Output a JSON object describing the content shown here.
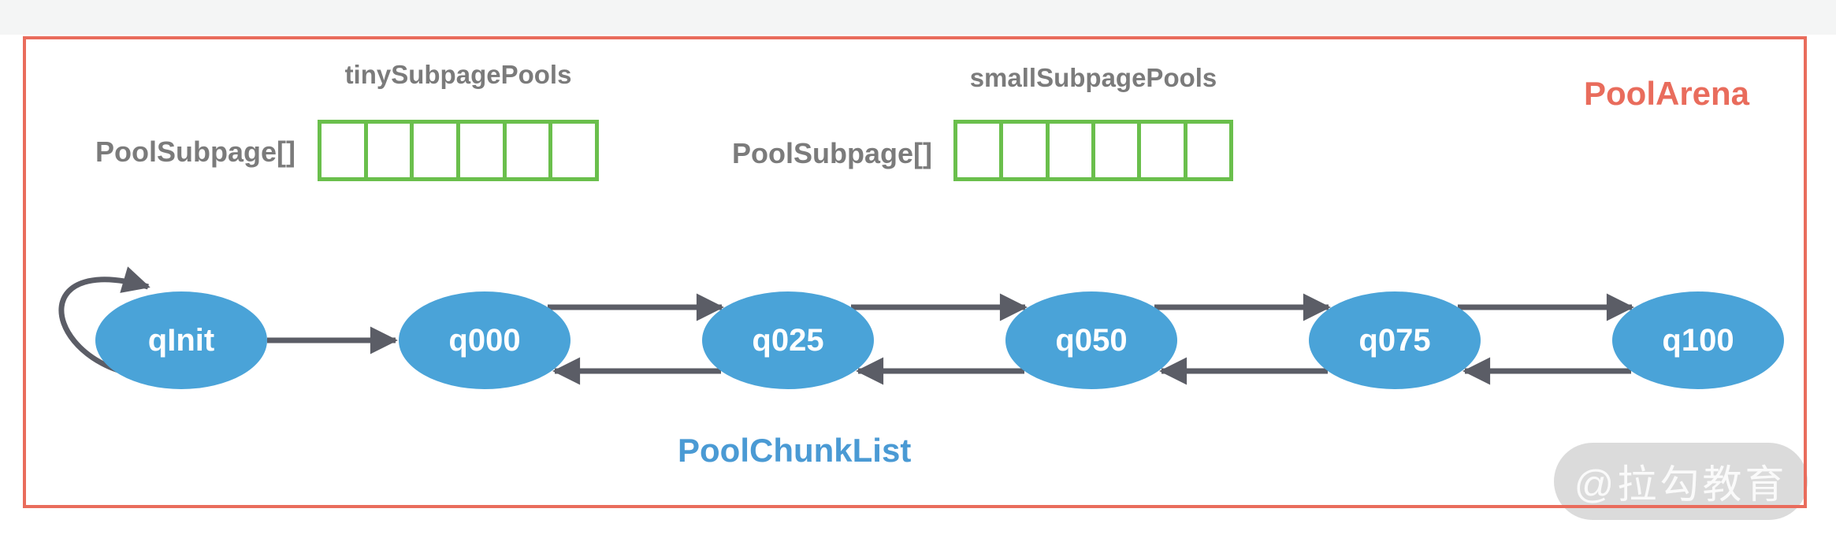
{
  "arena": {
    "title": "PoolArena"
  },
  "subpage_arrays": [
    {
      "title": "tinySubpagePools",
      "label": "PoolSubpage[]",
      "cells": 6
    },
    {
      "title": "smallSubpagePools",
      "label": "PoolSubpage[]",
      "cells": 6
    }
  ],
  "chunk_list": {
    "label": "PoolChunkList",
    "nodes": [
      {
        "label": "qInit"
      },
      {
        "label": "q000"
      },
      {
        "label": "q025"
      },
      {
        "label": "q050"
      },
      {
        "label": "q075"
      },
      {
        "label": "q100"
      }
    ]
  },
  "watermark": {
    "text": "@拉勾教育"
  },
  "colors": {
    "arena_border": "#e96c5c",
    "subpage_grid": "#6abf4c",
    "label_gray": "#7b7b7b",
    "node_blue": "#4aa3d8",
    "chunklist_blue": "#4a9ad4",
    "arrow_gray": "#5b5d66",
    "watermark_gray": "#d9d9d9"
  }
}
